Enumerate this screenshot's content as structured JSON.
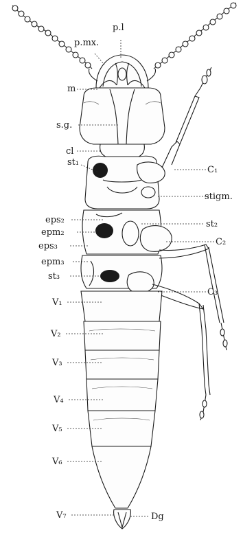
{
  "labels": {
    "pl": "p.l",
    "pmx": "p.mx.",
    "m": "m",
    "sg": "s.g.",
    "cl": "cl",
    "st1": "st₁",
    "c1": "C₁",
    "stigm": "stigm.",
    "eps2": "eps₂",
    "epm2": "epm₂",
    "st2": "st₂",
    "c2": "C₂",
    "eps3": "eps₃",
    "epm3": "epm₃",
    "st3": "st₃",
    "c3": "C₃",
    "v1": "V₁",
    "v2": "V₂",
    "v3": "V₃",
    "v4": "V₄",
    "v5": "V₅",
    "v6": "V₆",
    "v7": "V₇",
    "dg": "Dg"
  }
}
